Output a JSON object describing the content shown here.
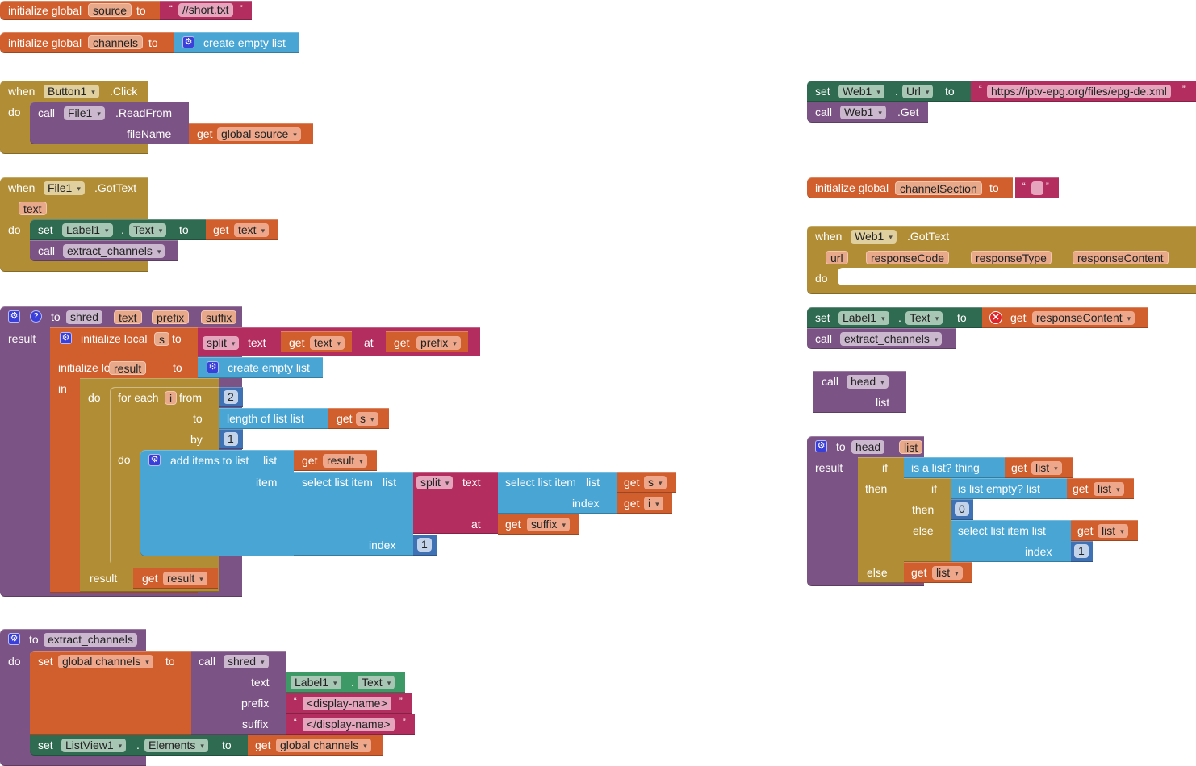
{
  "colors": {
    "variables": "#d05f2d",
    "control": "#b18e35",
    "procedures": "#7c5385",
    "components": "#2e6b50",
    "component_getter": "#3d9a67",
    "text": "#b32d5e",
    "lists": "#49a6d4",
    "math": "#3f71b5",
    "mutator": "#3a3fd9",
    "error": "#e0262b"
  },
  "kw": {
    "initialize_global": "initialize global",
    "initialize_local": "initialize local",
    "to": "to",
    "when": "when",
    "do": "do",
    "call": "call",
    "set": "set",
    "get": "get",
    "result": "result",
    "in": "in",
    "dot": ".",
    "if": "if",
    "then": "then",
    "else": "else",
    "open_quote": "“",
    "close_quote": "”",
    "gear": "⚙",
    "help": "?",
    "error": "✕"
  },
  "global_source": {
    "name": "source",
    "value": "//short.txt"
  },
  "global_channels": {
    "name": "channels",
    "value": "create empty list"
  },
  "button_click": {
    "component": "Button1",
    "event": ".Click",
    "call_component": "File1",
    "method": ".ReadFrom",
    "arg": "fileName",
    "get": "global source"
  },
  "file_gottext": {
    "component": "File1",
    "event": ".GotText",
    "param": "text",
    "set_component": "Label1",
    "set_prop": "Text",
    "get": "text",
    "call_proc": "extract_channels"
  },
  "shred": {
    "name": "shred",
    "params": [
      "text",
      "prefix",
      "suffix"
    ],
    "local_s": "s",
    "split": "split",
    "split_text": "text",
    "get_text": "text",
    "at": "at",
    "get_prefix": "prefix",
    "local_result": "result",
    "create_empty_list": "create empty list",
    "for_each": "for each",
    "var_i": "i",
    "from": "from",
    "from_val": "2",
    "to_label": "to",
    "length_of_list": "length of list  list",
    "get_s": "s",
    "by": "by",
    "by_val": "1",
    "add_items": "add items to list",
    "list_label": "list",
    "get_result": "result",
    "item": "item",
    "select_list_item": "select list item",
    "sli_list": "list",
    "inner_split": "split",
    "inner_text": "text",
    "inner_select": "select list item",
    "inner_list": "list",
    "inner_get_s": "s",
    "index": "index",
    "inner_get_i": "i",
    "inner_at": "at",
    "get_suffix": "suffix",
    "outer_index": "1",
    "result_label": "result",
    "result_get": "result"
  },
  "extract_channels": {
    "name": "extract_channels",
    "set_global": "global channels",
    "call_proc": "shred",
    "arg_text": "text",
    "label_comp": "Label1",
    "label_prop": "Text",
    "arg_prefix": "prefix",
    "prefix_val": "<display-name>",
    "arg_suffix": "suffix",
    "suffix_val": "</display-name>",
    "set_comp": "ListView1",
    "set_prop": "Elements",
    "get": "global channels"
  },
  "web_set_url": {
    "component": "Web1",
    "prop": "Url",
    "url": "https://iptv-epg.org/files/epg-de.xml",
    "call_component": "Web1",
    "method": ".Get"
  },
  "global_channel_section": {
    "name": "channelSection",
    "value": ""
  },
  "web_gottext": {
    "component": "Web1",
    "event": ".GotText",
    "params": [
      "url",
      "responseCode",
      "responseType",
      "responseContent"
    ]
  },
  "loose_set_label": {
    "component": "Label1",
    "prop": "Text",
    "get": "responseContent",
    "call_proc": "extract_channels"
  },
  "call_head": {
    "proc": "head",
    "arg": "list"
  },
  "head_proc": {
    "name": "head",
    "param": "list",
    "is_a_list": "is a list?  thing",
    "get_list": "list",
    "is_list_empty": "is list empty?  list",
    "then_val": "0",
    "select_list_item": "select list item  list",
    "index": "index",
    "index_val": "1"
  }
}
